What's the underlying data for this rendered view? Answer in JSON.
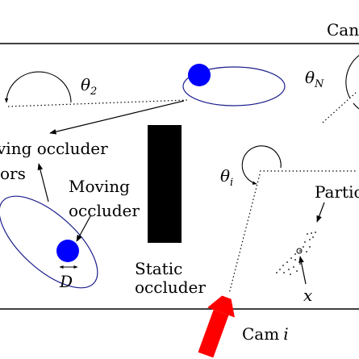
{
  "labels": {
    "cam_top": "Can",
    "theta_2": "θ",
    "theta_2_sub": "2",
    "theta_N": "θ",
    "theta_N_sub": "N",
    "theta_i": "θ",
    "theta_i_sub": "i",
    "moving_occluder_left": "ving occluder",
    "ors": "ors",
    "moving": "Moving",
    "occluder": "occluder",
    "d_label": "D",
    "static_1": "Static",
    "static_2": "occluder",
    "particles": "Partic",
    "x_label": "x",
    "cam_i": "Cam",
    "cam_i_sub": "i"
  },
  "colors": {
    "occluder_blue": "#0000ff",
    "ellipse_navy": "#1b1e8c",
    "camera_red": "#ff0000",
    "static_black": "#000000"
  }
}
